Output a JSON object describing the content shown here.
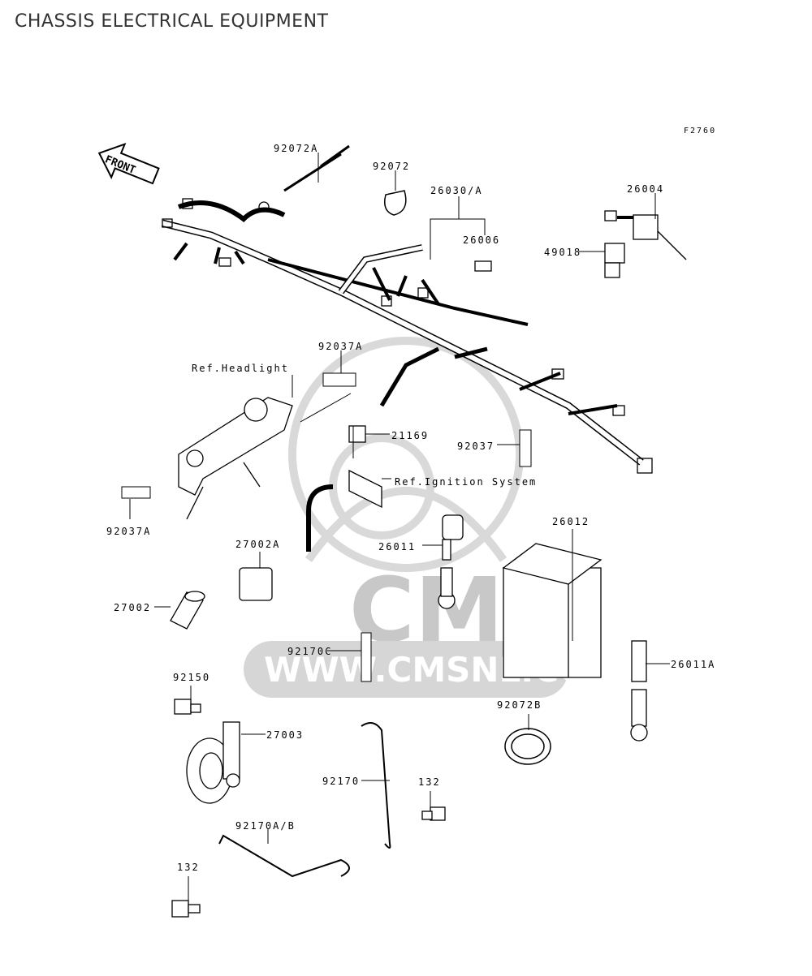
{
  "title": "CHASSIS ELECTRICAL EQUIPMENT",
  "figure_code": "F2760",
  "front_label": "FRONT",
  "watermark": {
    "brand": "CMS",
    "url": "WWW.CMSNL.COM"
  },
  "refs": {
    "headlight": "Ref.Headlight",
    "ignition": "Ref.Ignition System"
  },
  "parts": [
    "92072A",
    "92072",
    "26030/A",
    "26006",
    "26004",
    "49018",
    "92037A",
    "21169",
    "92037",
    "92037A",
    "26012",
    "27002A",
    "26011",
    "27002",
    "92170C",
    "26011A",
    "92150",
    "27003",
    "92072B",
    "92170",
    "132",
    "92170A/B",
    "132"
  ]
}
